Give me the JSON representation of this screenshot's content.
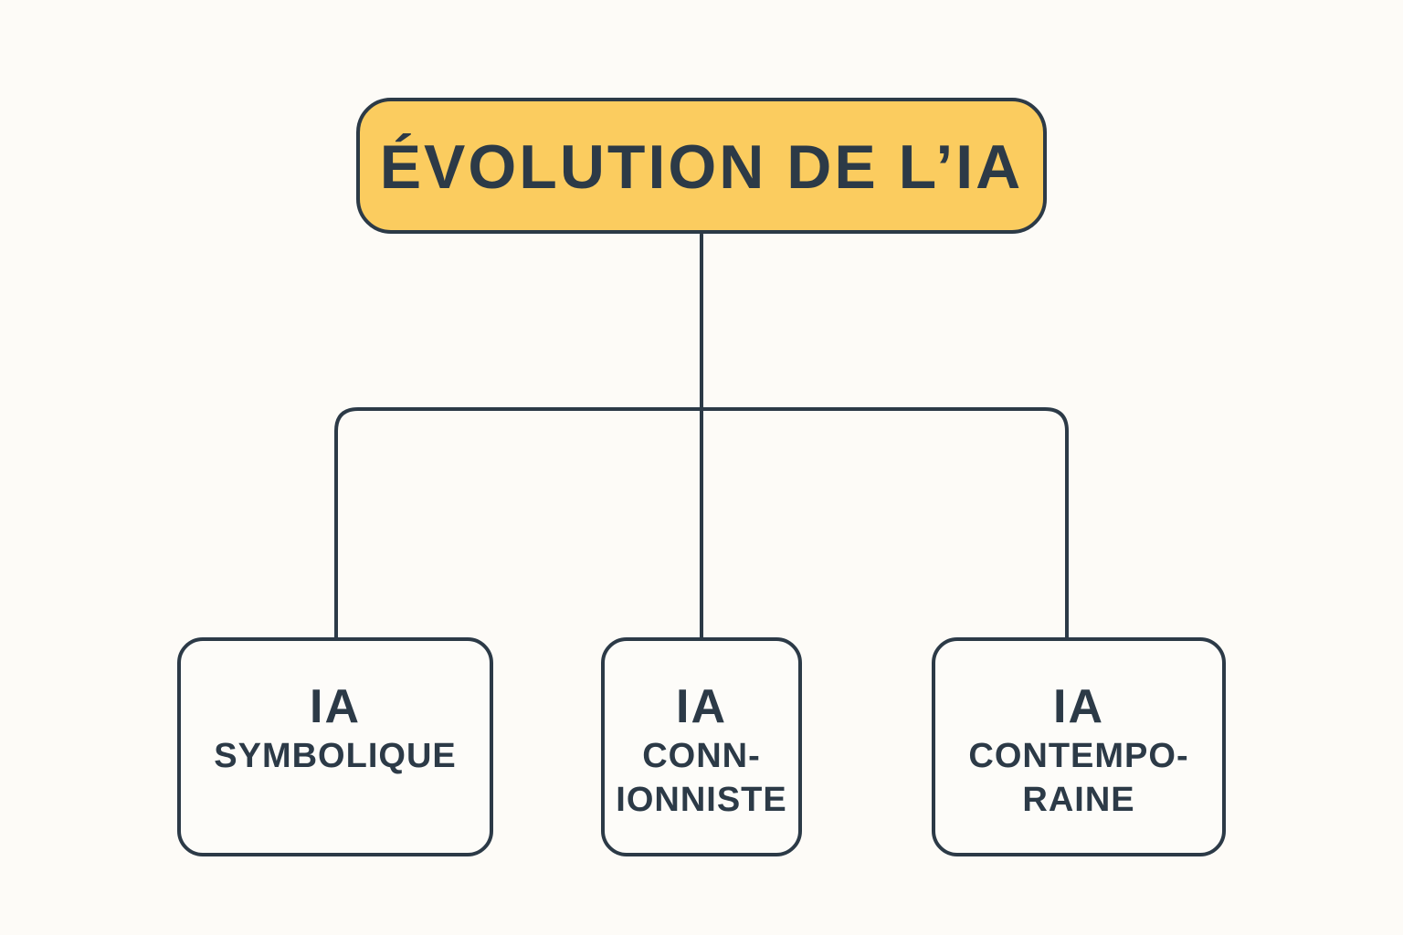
{
  "colors": {
    "background": "#fdfbf7",
    "stroke": "#2c3a47",
    "root_fill": "#fbcc5f",
    "text": "#2c3a47"
  },
  "root": {
    "title": "ÉVOLUTION DE L’IA"
  },
  "children": [
    {
      "prefix": "IA",
      "lines": [
        "SYMBOLIQUE"
      ]
    },
    {
      "prefix": "IA",
      "lines": [
        "CONN-",
        "IONNISTE"
      ]
    },
    {
      "prefix": "IA",
      "lines": [
        "CONTEMPO-",
        "RAINE"
      ]
    }
  ]
}
